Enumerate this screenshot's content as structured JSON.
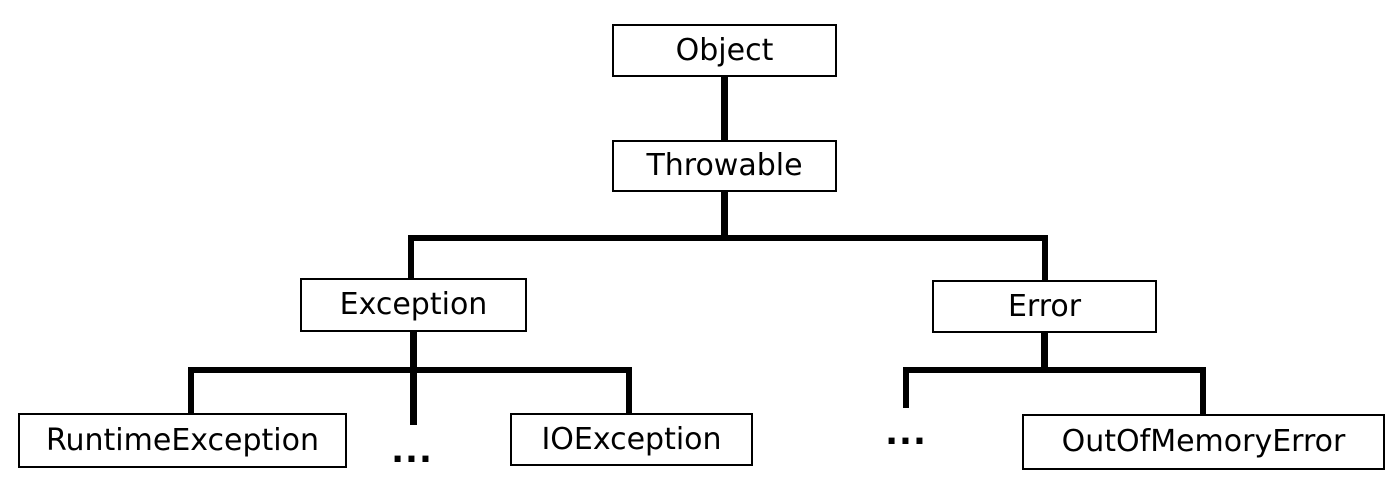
{
  "colors": {
    "background": "#ffffff",
    "line": "#000000",
    "box_border": "#000000",
    "text": "#000000"
  },
  "nodes": {
    "object": {
      "label": "Object"
    },
    "throwable": {
      "label": "Throwable"
    },
    "exception": {
      "label": "Exception"
    },
    "error": {
      "label": "Error"
    },
    "runtime_exception": {
      "label": "RuntimeException"
    },
    "exception_more": {
      "label": "..."
    },
    "io_exception": {
      "label": "IOException"
    },
    "error_more": {
      "label": "..."
    },
    "out_of_memory_error": {
      "label": "OutOfMemoryError"
    }
  },
  "edges": [
    {
      "parent": "Object",
      "child": "Throwable"
    },
    {
      "parent": "Throwable",
      "child": "Exception"
    },
    {
      "parent": "Throwable",
      "child": "Error"
    },
    {
      "parent": "Exception",
      "child": "RuntimeException"
    },
    {
      "parent": "Exception",
      "child": "..."
    },
    {
      "parent": "Exception",
      "child": "IOException"
    },
    {
      "parent": "Error",
      "child": "..."
    },
    {
      "parent": "Error",
      "child": "OutOfMemoryError"
    }
  ]
}
